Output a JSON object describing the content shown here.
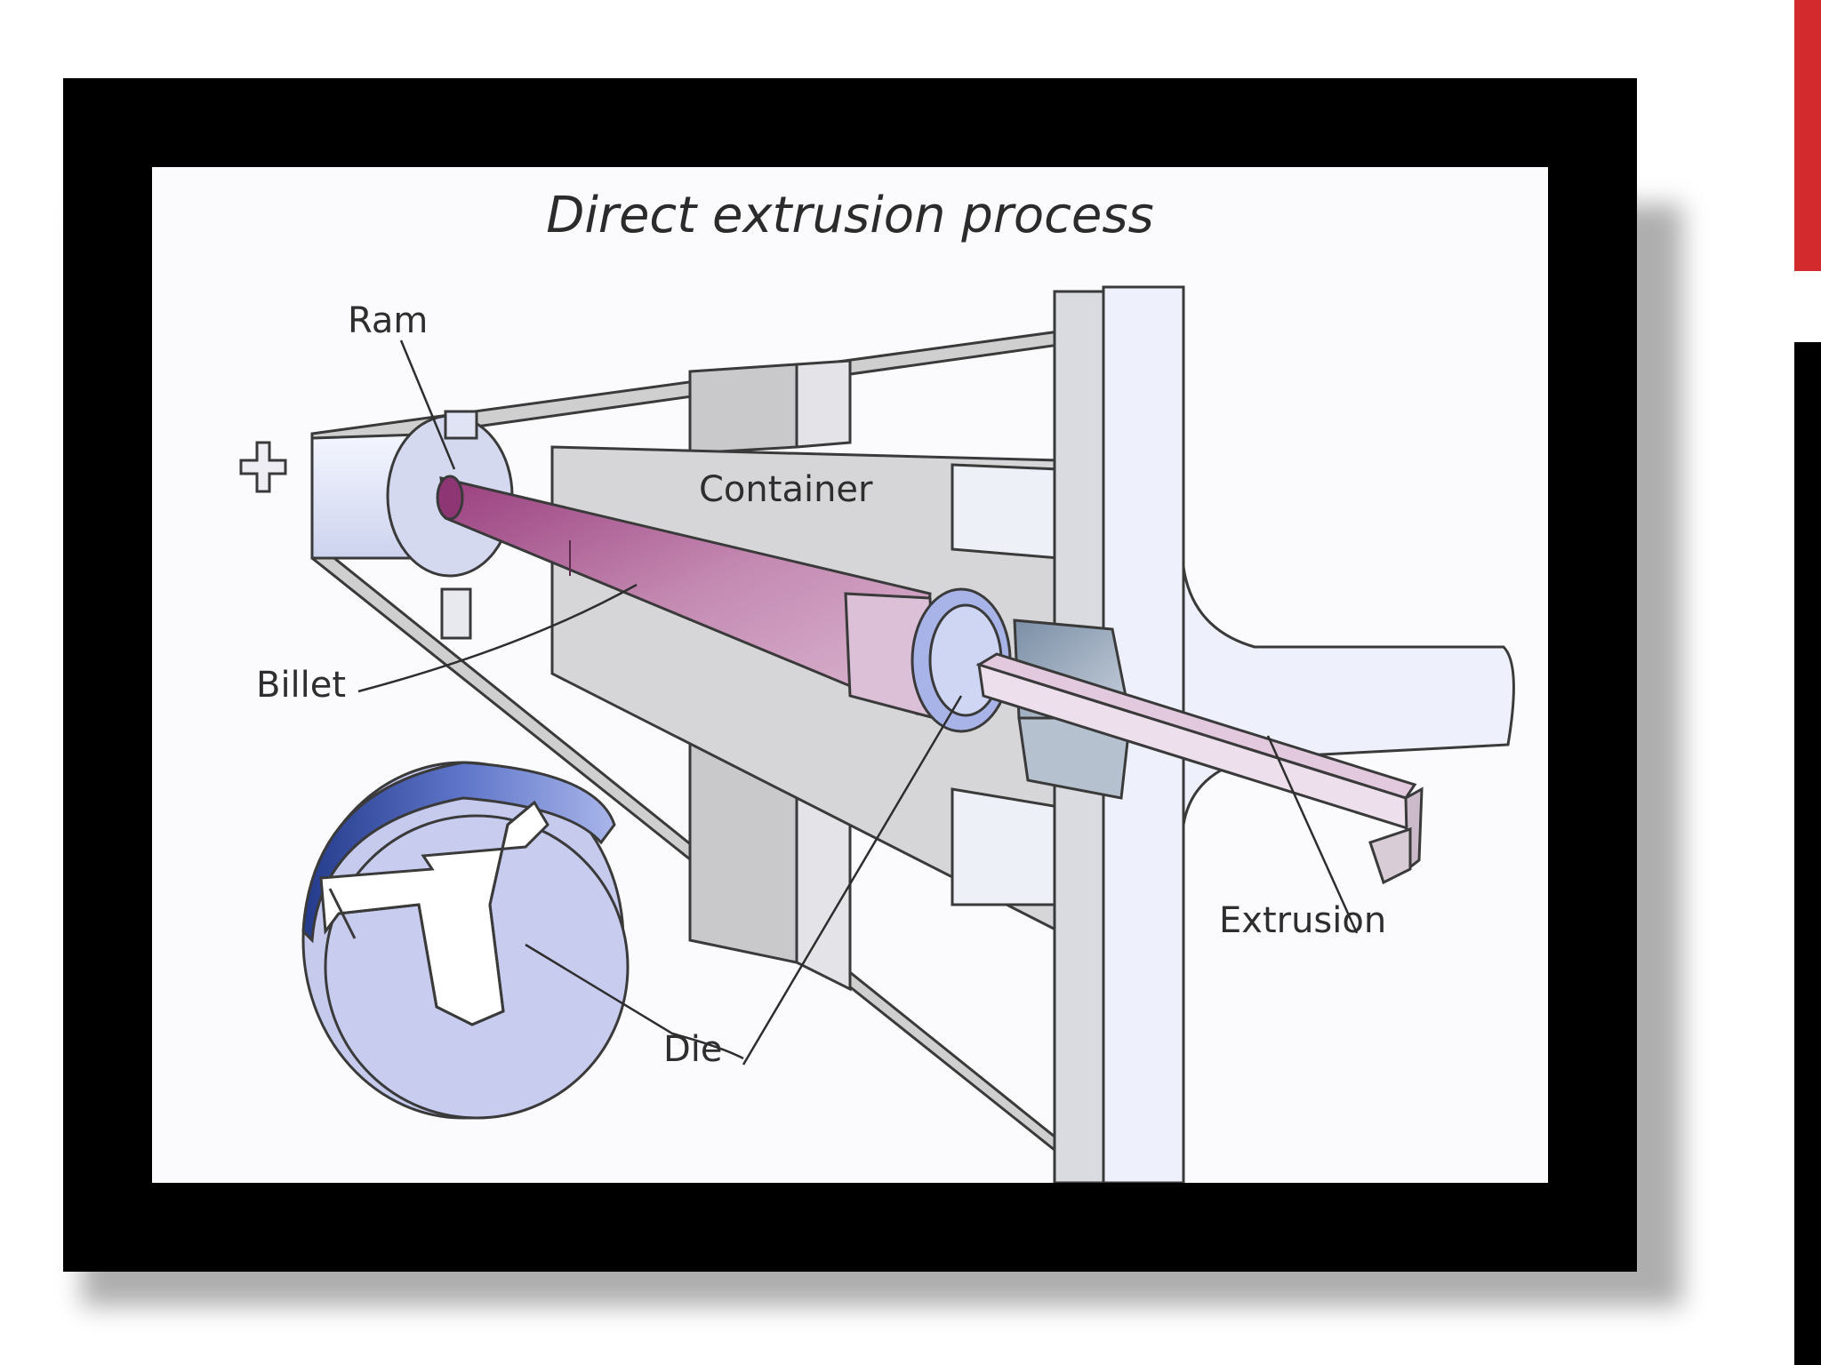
{
  "diagram": {
    "title": "Direct extrusion process",
    "labels": {
      "ram": "Ram",
      "container": "Container",
      "billet": "Billet",
      "extrusion": "Extrusion",
      "die": "Die"
    }
  },
  "colors": {
    "accent": "#d32a2e",
    "billet": "#b06a9c",
    "metal": "#d9d9db",
    "die": "#c8cdf0"
  }
}
